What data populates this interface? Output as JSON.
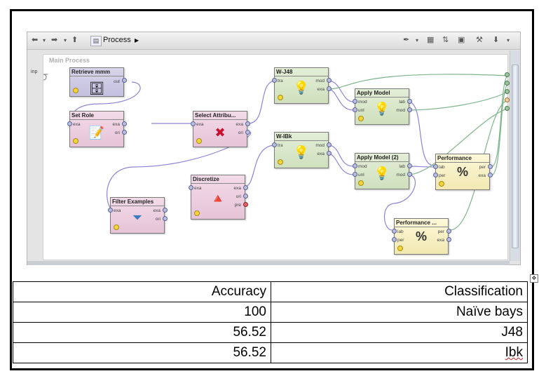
{
  "toolbar": {
    "breadcrumb": "Process",
    "icons": [
      "back-icon",
      "dropdown-icon",
      "forward-icon",
      "dropdown-icon",
      "up-icon",
      "process-icon",
      "chevron-right-icon",
      "wand-icon",
      "layout-icon",
      "sort-icon",
      "fit-icon",
      "connect-icon",
      "export-icon"
    ]
  },
  "canvas": {
    "label": "Main Process",
    "input_port": "inp"
  },
  "operators": {
    "retrieve": {
      "title": "Retrieve mmm",
      "out": "out"
    },
    "set_role": {
      "title": "Set Role",
      "in": "exa",
      "out1": "exa",
      "out2": "ori"
    },
    "select_attr": {
      "title": "Select Attribu...",
      "in": "exa",
      "out1": "exa",
      "out2": "ori"
    },
    "filter": {
      "title": "Filter Examples",
      "in": "exa",
      "out1": "exa",
      "out2": "ori"
    },
    "discretize": {
      "title": "Discretize",
      "in": "exa",
      "out1": "exa",
      "out2": "ori",
      "out3": "pre"
    },
    "wj48": {
      "title": "W-J48",
      "in": "tra",
      "out1": "mod",
      "out2": "exa"
    },
    "wibk": {
      "title": "W-IBk",
      "in": "tra",
      "out1": "mod",
      "out2": "exa"
    },
    "apply1": {
      "title": "Apply Model",
      "in1": "mod",
      "in2": "unl",
      "out1": "lab",
      "out2": "mod"
    },
    "apply2": {
      "title": "Apply Model (2)",
      "in1": "mod",
      "in2": "unl",
      "out1": "lab",
      "out2": "mod"
    },
    "perf1": {
      "title": "Performance",
      "in1": "lab",
      "in2": "per",
      "out1": "per",
      "out2": "exa"
    },
    "perf2": {
      "title": "Performance ...",
      "in1": "lab",
      "in2": "per",
      "out1": "per",
      "out2": "exa"
    }
  },
  "results_table": {
    "headers": [
      "Accuracy",
      "Classification"
    ],
    "rows": [
      [
        "100",
        "Naïve bays"
      ],
      [
        "56.52",
        "J48"
      ],
      [
        "56.52",
        "Ibk"
      ]
    ]
  },
  "colors": {
    "retrieve": "#c9c5e2",
    "preprocess": "#ecccdf",
    "learner": "#d7e6c7",
    "evaluation": "#f5eec4",
    "connection_purple": "#8c84d8",
    "connection_green": "#7fb58a"
  }
}
